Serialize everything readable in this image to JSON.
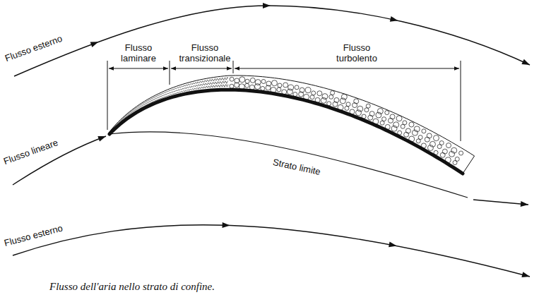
{
  "diagram": {
    "caption": "Flusso dell'aria nello strato di confine.",
    "labels": [
      "Flusso esterno",
      "Flusso laminare",
      "Flusso transizionale",
      "Flusso turbolento",
      "Flusso lineare",
      "Strato limite",
      "Flusso esterno"
    ]
  }
}
